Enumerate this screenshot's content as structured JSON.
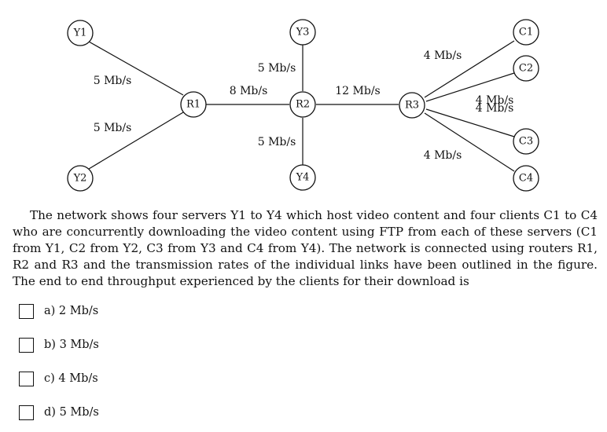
{
  "nodes": {
    "Y1": "Y1",
    "Y2": "Y2",
    "Y3": "Y3",
    "Y4": "Y4",
    "R1": "R1",
    "R2": "R2",
    "R3": "R3",
    "C1": "C1",
    "C2": "C2",
    "C3": "C3",
    "C4": "C4"
  },
  "links": {
    "y1_r1": "5 Mb/s",
    "y2_r1": "5 Mb/s",
    "r1_r2": "8 Mb/s",
    "y3_r2": "5 Mb/s",
    "y4_r2": "5 Mb/s",
    "r2_r3": "12 Mb/s",
    "r3_c1": "4 Mb/s",
    "r3_c2": "4 Mb/s",
    "r3_c3": "4 Mb/s",
    "r3_c4": "4 Mb/s"
  },
  "question": "The network shows four servers Y1 to Y4 which host video content and four clients C1 to C4 who are concurrently downloading the video content using FTP from each of these servers (C1 from Y1, C2 from Y2, C3 from Y3 and C4 from Y4). The network is connected using routers R1, R2 and R3 and the transmission rates of the individual links have been outlined in the figure. The end to end throughput experienced by the clients for their download is",
  "options": [
    {
      "letter": "a)",
      "text": "2 Mb/s"
    },
    {
      "letter": "b)",
      "text": "3 Mb/s"
    },
    {
      "letter": "c)",
      "text": "4 Mb/s"
    },
    {
      "letter": "d)",
      "text": "5 Mb/s"
    }
  ]
}
